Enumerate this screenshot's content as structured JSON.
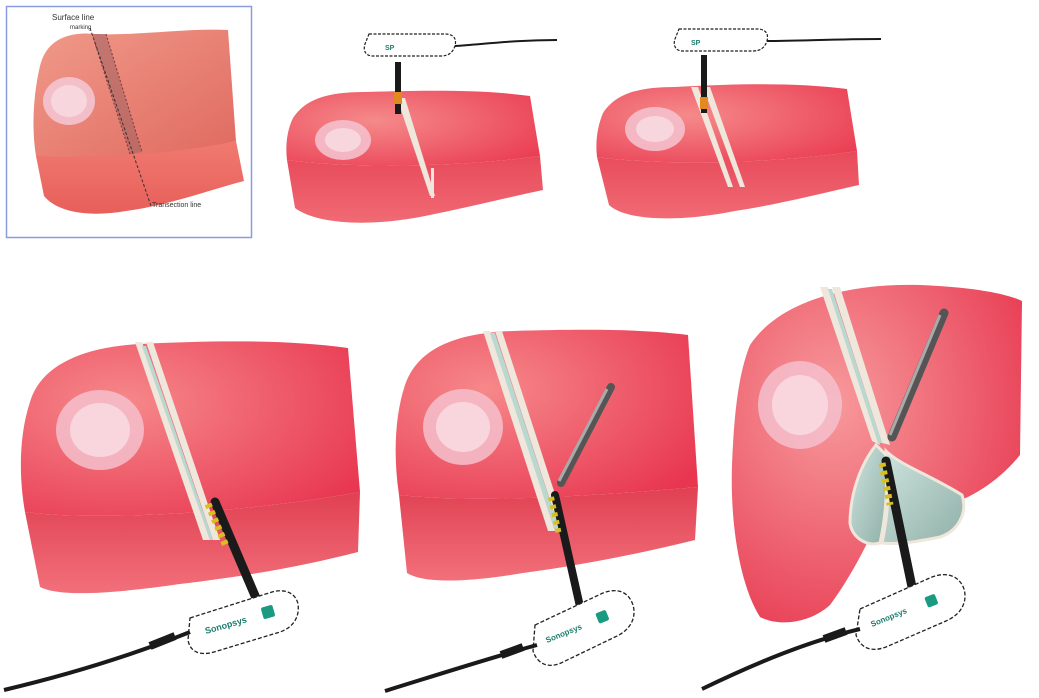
{
  "figure": {
    "panel1": {
      "label_top_line1": "Surface line",
      "label_top_line2": "marking",
      "label_bottom": "Transection line"
    },
    "device": {
      "text_short": "SP",
      "text_long": "Sonopsys"
    }
  },
  "colors": {
    "liver_light": "#f28a8a",
    "liver_mid": "#ee4a5c",
    "liver_dark": "#d92a3e",
    "tumor": "#f4c4d0",
    "mark_line": "#e8e8e0",
    "frame": "#8a9de0",
    "stripe_yellow": "#d8c020",
    "probe_black": "#1a1a1a",
    "device_accent": "#1a9a80"
  }
}
